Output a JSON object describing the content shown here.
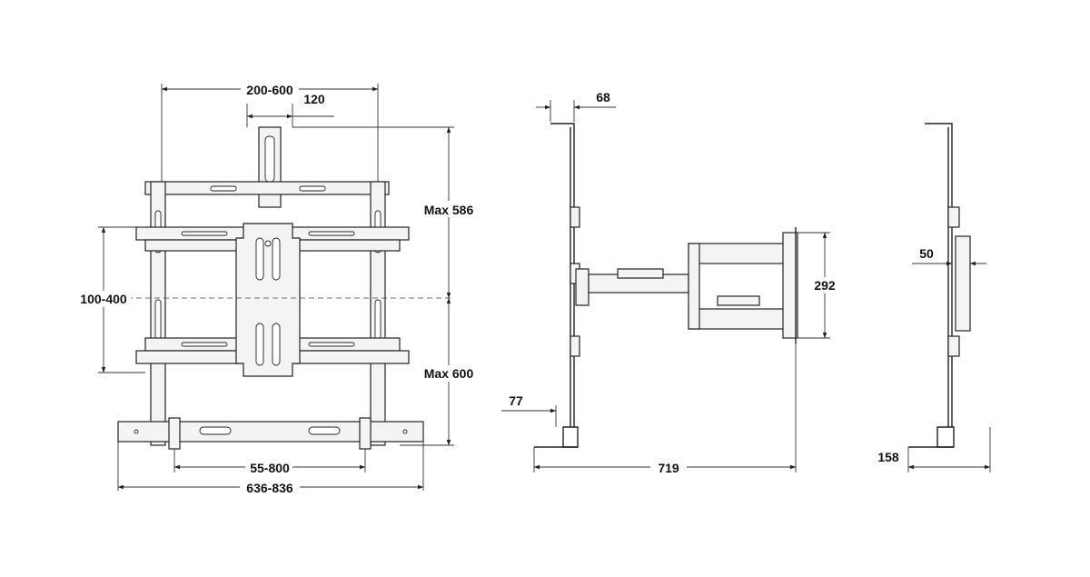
{
  "colors": {
    "line": "#222222",
    "background": "#ffffff"
  },
  "front_view": {
    "dim_top_width": "200-600",
    "dim_top_column": "120",
    "dim_upper_height": "Max 586",
    "dim_lower_height": "Max 600",
    "dim_left_height": "100-400",
    "dim_bottom_rail": "55-800",
    "dim_overall_width": "636-836"
  },
  "side_view": {
    "dim_top_offset": "68",
    "dim_arm_height": "292",
    "dim_base_offset": "77",
    "dim_extension": "719"
  },
  "profile_view": {
    "dim_depth": "50",
    "dim_base": "158"
  }
}
